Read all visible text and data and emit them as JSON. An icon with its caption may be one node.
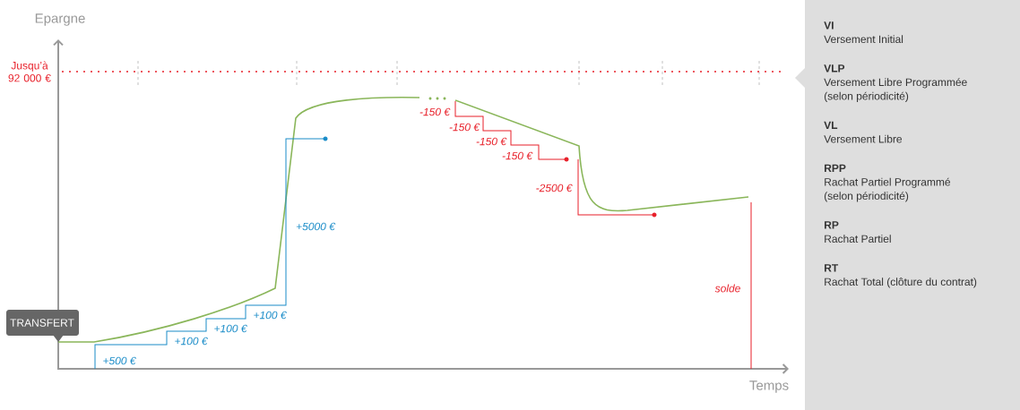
{
  "diagram": {
    "nodes": [
      {
        "text": [
          "TRANSFERT"
        ]
      },
      {
        "text": [
          "VI",
          "Versement Initial",
          "VLP",
          "Versement Libre Programmée (selon périodicité)",
          "VL",
          "Versement Libre",
          "RPP",
          "Rachat Partiel Programmé (selon périodicité)",
          "RP",
          "Rachat Partiel",
          "RT",
          "Rachat Total (clôture du contrat)"
        ]
      }
    ],
    "labels": [
      "Epargne",
      "Jusqu’à 92 000 €",
      "+500 €",
      "+100 €",
      "+100 €",
      "+100 €",
      "+5000 €",
      "-150 €",
      "-150 €",
      "-150 €",
      "-150 €",
      "-2500 €",
      "solde",
      "Temps"
    ]
  }
}
